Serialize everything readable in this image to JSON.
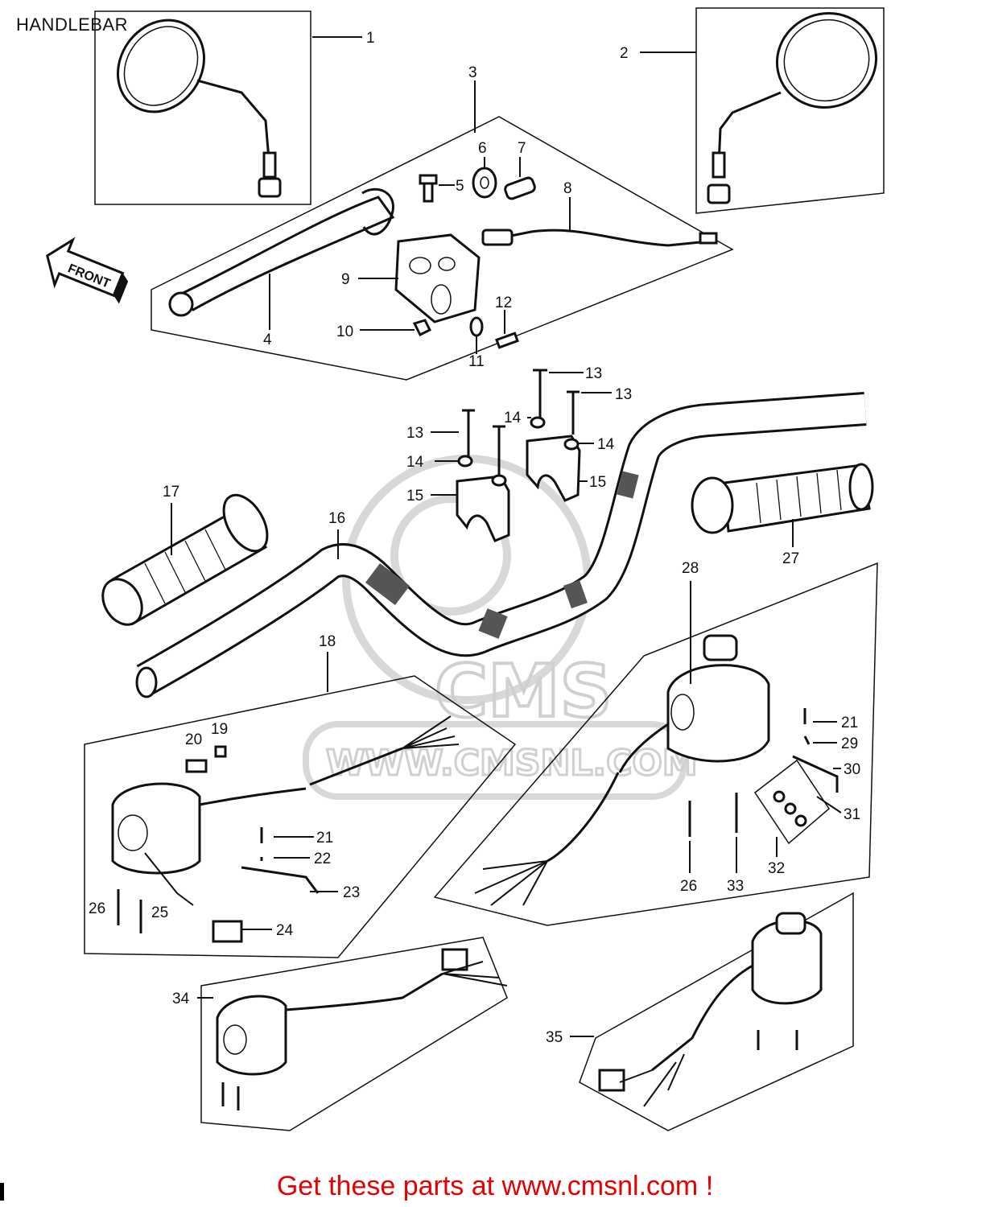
{
  "title": "HANDLEBAR",
  "front_label": "FRONT",
  "watermark": "CMS",
  "watermark_url": "WWW.CMSNL.COM",
  "footer": "Get these parts at www.cmsnl.com !",
  "callouts": [
    "1",
    "2",
    "3",
    "4",
    "5",
    "6",
    "7",
    "8",
    "9",
    "10",
    "11",
    "12",
    "13",
    "13",
    "13",
    "14",
    "14",
    "14",
    "15",
    "15",
    "16",
    "17",
    "18",
    "19",
    "20",
    "21",
    "22",
    "23",
    "24",
    "25",
    "26",
    "27",
    "28",
    "21",
    "29",
    "30",
    "31",
    "32",
    "26",
    "33",
    "34",
    "35"
  ]
}
